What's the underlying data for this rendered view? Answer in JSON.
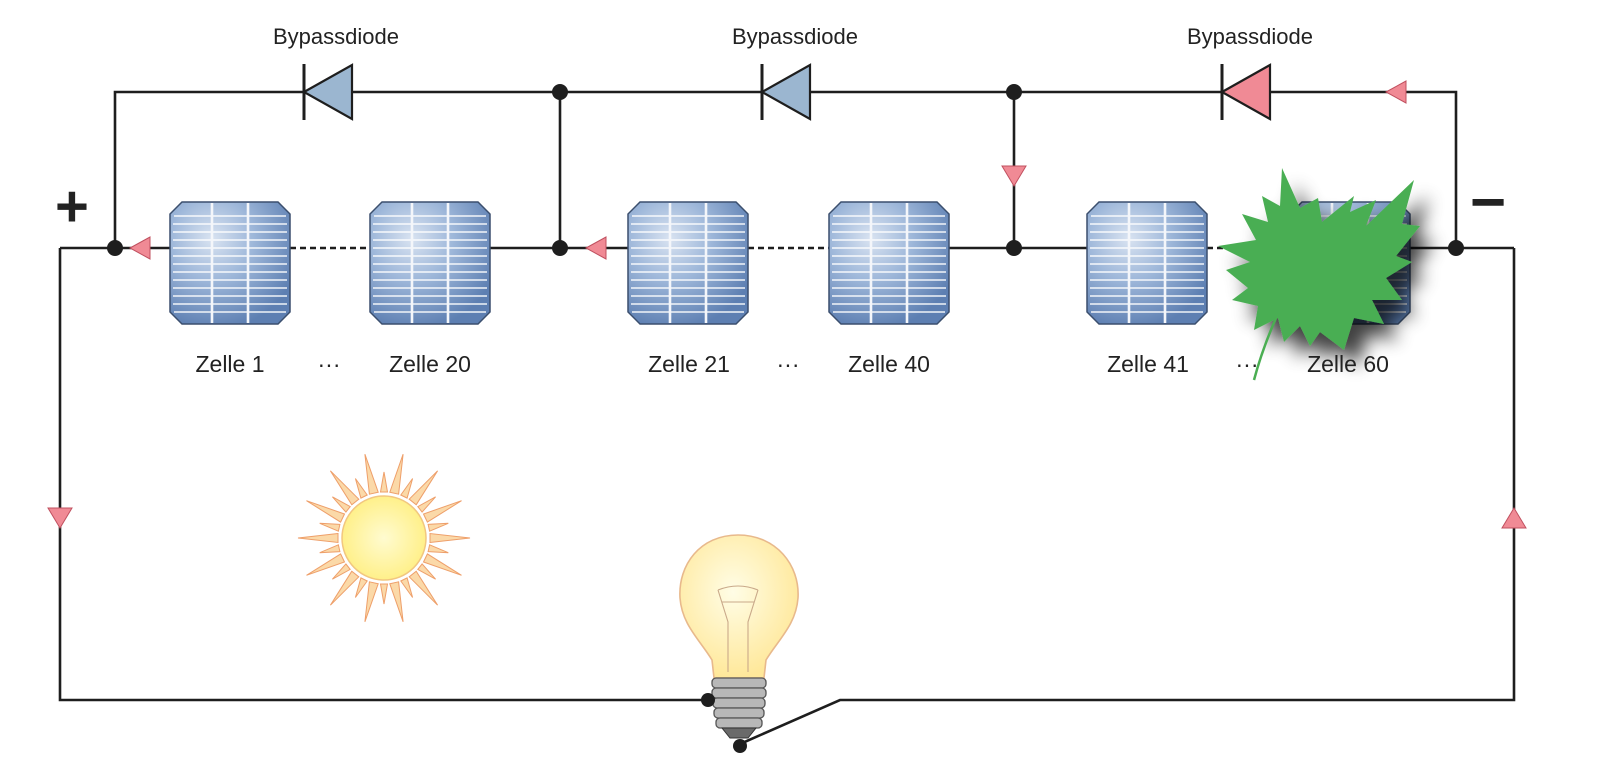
{
  "labels": {
    "diodes": [
      "Bypassdiode",
      "Bypassdiode",
      "Bypassdiode"
    ],
    "cells": [
      "Zelle 1",
      "Zelle 20",
      "Zelle 21",
      "Zelle 40",
      "Zelle 41",
      "Zelle 60"
    ],
    "ellipsis": [
      "···",
      "···",
      "···"
    ],
    "plus": "+",
    "minus": "−"
  },
  "colors": {
    "wire": "#1e1e1e",
    "diode_inactive": "#9bb6d0",
    "diode_active": "#f08a95",
    "current_arrow": "#f08a95",
    "cell_blue": "#7c9fcf",
    "leaf": "#4aae52",
    "sun": "#fff39a",
    "sun_rays": "#f0b27a",
    "bulb": "#fff3b3"
  },
  "icons": [
    "solar-cell-icon",
    "sun-icon",
    "light-bulb-icon",
    "maple-leaf-icon",
    "diode-icon"
  ],
  "states": {
    "active_bypass_diode": 3,
    "shaded_cell_group": 3
  }
}
